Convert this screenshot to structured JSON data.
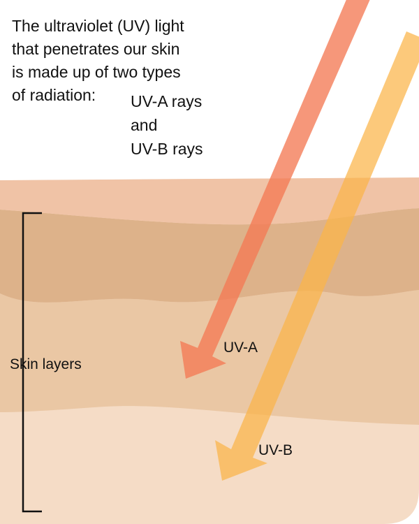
{
  "intro_lines": [
    "The ultraviolet (UV) light",
    "that penetrates our skin",
    "is made up of two types",
    "of radiation:"
  ],
  "ray_types": [
    "UV-A rays",
    "and",
    "UV-B rays"
  ],
  "skin_label": "Skin layers",
  "arrow_labels": {
    "uva": "UV-A",
    "uvb": "UV-B"
  },
  "colors": {
    "uva_arrow": "#f47a55",
    "uvb_arrow": "#fbb448",
    "epidermis_top": "#f0c3a6",
    "layer_dark": "#ddb28a",
    "layer_mid": "#eac7a4",
    "layer_light": "#f5dcc6",
    "bracket": "#111111"
  }
}
